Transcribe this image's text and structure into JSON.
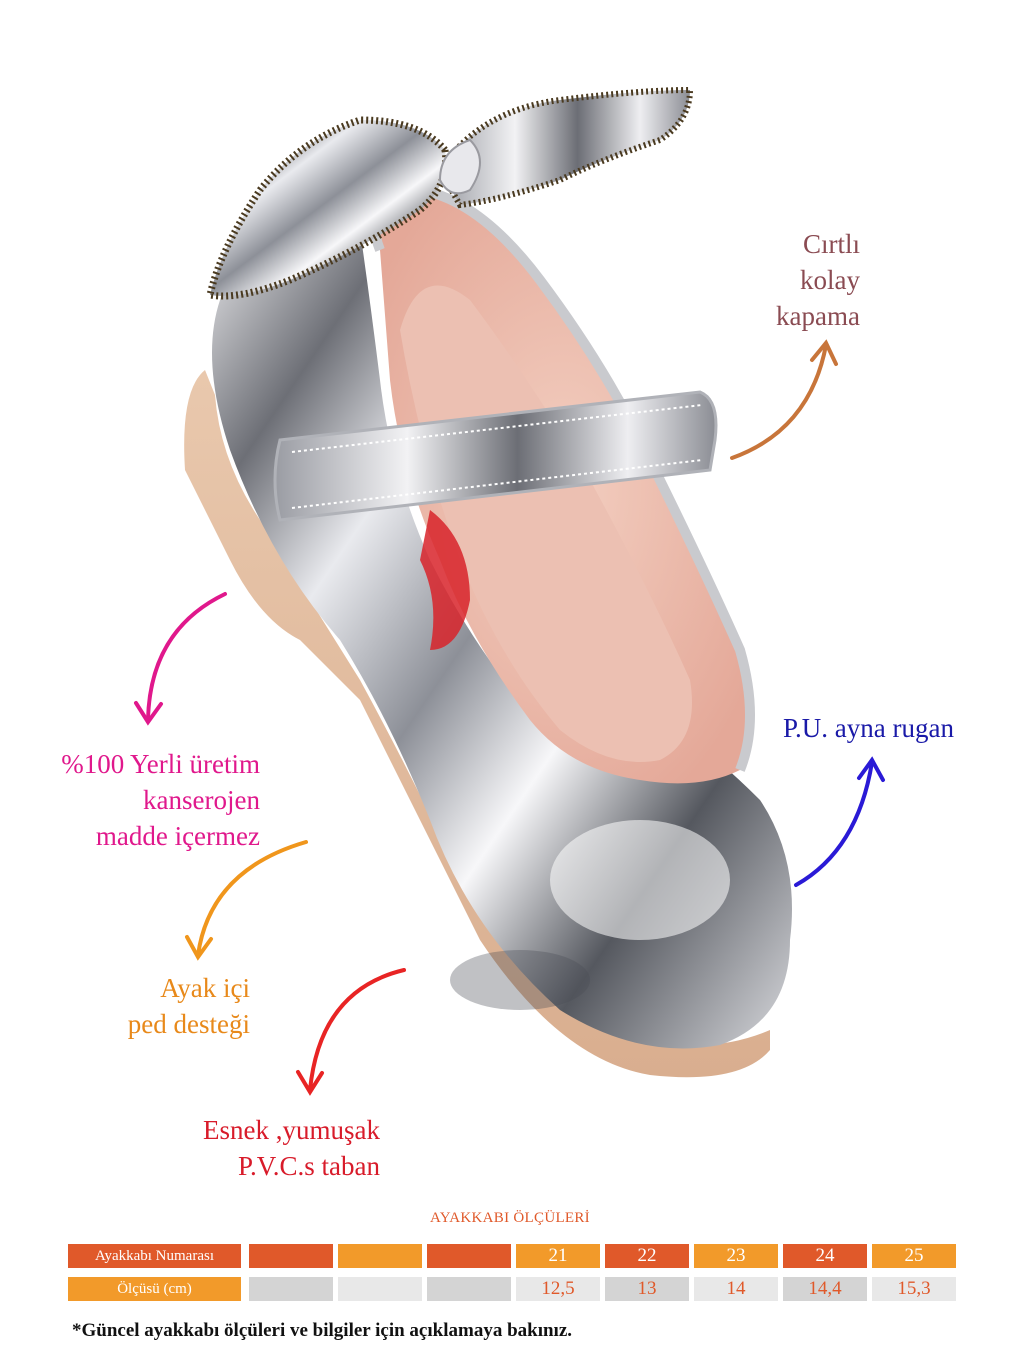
{
  "callouts": {
    "velcro": {
      "lines": [
        "Cırtlı",
        "kolay",
        "kapama"
      ],
      "color": "#8a4b52"
    },
    "material": {
      "lines": [
        "P.U. ayna rugan"
      ],
      "color": "#1a1aa8"
    },
    "local": {
      "lines": [
        "%100 Yerli üretim",
        "kanserojen",
        "madde içermez"
      ],
      "color": "#e0188c"
    },
    "insole": {
      "lines": [
        "Ayak içi",
        "ped desteği"
      ],
      "color": "#e8891a"
    },
    "sole": {
      "lines": [
        "Esnek ,yumuşak",
        "P.V.C.s taban"
      ],
      "color": "#d81b2a"
    }
  },
  "arrows": {
    "velcro": "#c8753a",
    "material": "#2a1ad6",
    "local": "#e0188c",
    "insole": "#f0961c",
    "sole": "#e82424"
  },
  "size_table": {
    "title": "AYAKKABI ÖLÇÜLERİ",
    "row1_label": "Ayakkabı Numarası",
    "row2_label": "Ölçüsü (cm)",
    "sizes": [
      "",
      "",
      "",
      "21",
      "22",
      "23",
      "24",
      "25"
    ],
    "measures": [
      "",
      "",
      "",
      "12,5",
      "13",
      "14",
      "14,4",
      "15,3"
    ],
    "row1_colors": [
      "#e0592a",
      "#f29a2a",
      "#e0592a",
      "#f29a2a",
      "#e0592a",
      "#f29a2a",
      "#e0592a",
      "#f29a2a"
    ],
    "row2_colors": [
      "#d4d4d4",
      "#e8e8e8",
      "#d4d4d4",
      "#e8e8e8",
      "#d4d4d4",
      "#e8e8e8",
      "#d4d4d4",
      "#e8e8e8"
    ]
  },
  "footnote": "*Güncel ayakkabı ölçüleri ve bilgiler için açıklamaya bakınız."
}
